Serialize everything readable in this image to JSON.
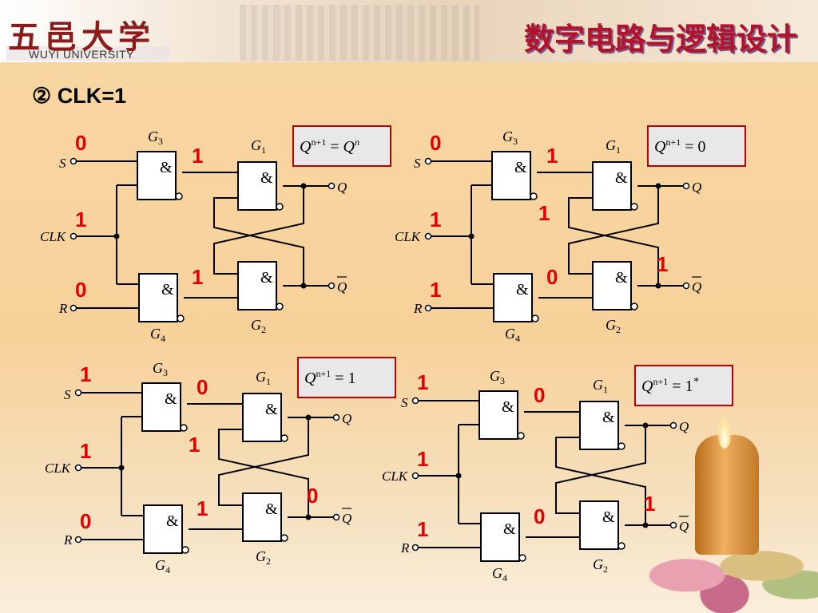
{
  "header": {
    "logo_cn": "五邑大学",
    "logo_en": "WUYI UNIVERSITY",
    "course_title": "数字电路与逻辑设计"
  },
  "section_label": "② CLK=1",
  "colors": {
    "accent": "#e30000",
    "title": "#b3122a"
  },
  "gates": {
    "and_symbol": "&",
    "g1": "G1",
    "g2": "G2",
    "g3": "G3",
    "g4": "G4"
  },
  "pins": {
    "s": "S",
    "clk": "CLK",
    "r": "R",
    "q": "Q",
    "qbar": "Q"
  },
  "panels": [
    {
      "id": "p1",
      "formula_rhs": "Q",
      "formula_rhs_sup": "n",
      "star": "",
      "values": {
        "s": "0",
        "clk": "1",
        "r": "0",
        "g3_out": "1",
        "g4_out": "1",
        "q": "",
        "qbar": ""
      }
    },
    {
      "id": "p2",
      "formula_rhs": "0",
      "formula_rhs_sup": "",
      "star": "",
      "values": {
        "s": "0",
        "clk": "1",
        "r": "1",
        "g3_out": "1",
        "g4_out": "0",
        "q": "1",
        "qbar": "1"
      }
    },
    {
      "id": "p3",
      "formula_rhs": "1",
      "formula_rhs_sup": "",
      "star": "",
      "values": {
        "s": "1",
        "clk": "1",
        "r": "0",
        "g3_out": "0",
        "g4_out": "1",
        "q": "1",
        "qbar": "0"
      }
    },
    {
      "id": "p4",
      "formula_rhs": "1",
      "formula_rhs_sup": "",
      "star": "*",
      "values": {
        "s": "1",
        "clk": "1",
        "r": "1",
        "g3_out": "0",
        "g4_out": "0",
        "q": "",
        "qbar": "1"
      }
    }
  ]
}
